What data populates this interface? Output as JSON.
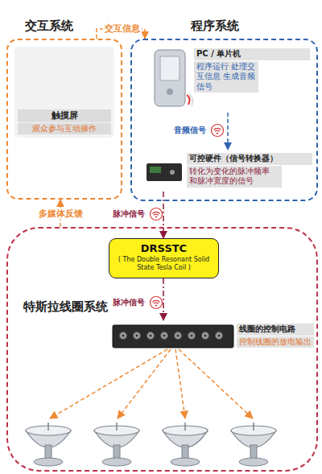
{
  "diagram": {
    "nodes": [
      {
        "text": [
          "交互系统"
        ]
      },
      {
        "text": [
          "触摸屏",
          "观众参与互动操作"
        ],
        "in": 0
      },
      {
        "text": [
          "程序系统"
        ]
      },
      {
        "text": [
          "PC / 单片机",
          "程序运行 处理交互信息 生成音频信号"
        ],
        "in": 2
      },
      {
        "text": [
          "可控硬件（信号转换器）",
          "转化为变化的脉冲频率 和脉冲宽度的信号"
        ],
        "in": 2
      },
      {
        "text": [
          "特斯拉线圈系统"
        ]
      },
      {
        "text": [
          "DRSSTC",
          "( The Double Resonant Solid State Tesla Coil )"
        ],
        "in": 5
      },
      {
        "text": [
          "线圈的控制电路",
          "控制线圈的放电输出"
        ],
        "in": 5
      }
    ],
    "edges": [
      {
        "from": 0,
        "to": 2,
        "label": "交互信息",
        "arrow": "to"
      },
      {
        "from": 3,
        "to": 4,
        "label": "音频信号",
        "arrow": "to"
      },
      {
        "from": 4,
        "to": 6,
        "label": "脉冲信号",
        "arrow": "to"
      },
      {
        "from": 6,
        "to": 7,
        "label": "脉冲信号",
        "arrow": "to"
      },
      {
        "from": 5,
        "to": 0,
        "label": "多媒体反馈",
        "arrow": "to"
      }
    ]
  }
}
